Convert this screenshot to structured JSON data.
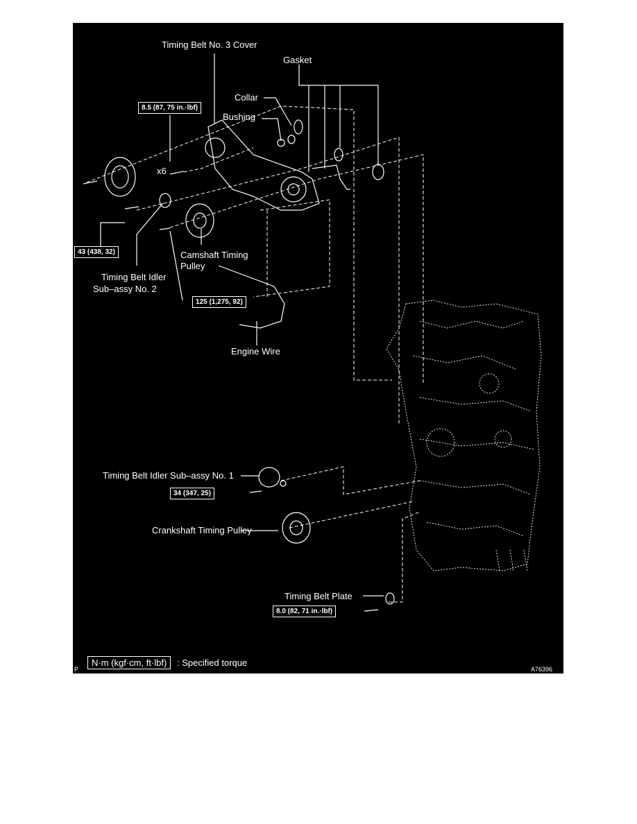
{
  "colors": {
    "background": "#000000",
    "ink": "#ffffff",
    "page": "#ffffff"
  },
  "labels": {
    "cover": "Timing Belt No. 3 Cover",
    "gasket": "Gasket",
    "collar": "Collar",
    "bushing": "Bushing",
    "x6": "x6",
    "camshaft_pulley_1": "Camshaft Timing",
    "camshaft_pulley_2": "Pulley",
    "idler2_1": "Timing Belt Idler",
    "idler2_2": "Sub–assy No. 2",
    "engine_wire": "Engine Wire",
    "idler1": "Timing Belt Idler Sub–assy No. 1",
    "crank_pulley": "Crankshaft Timing Pulley",
    "belt_plate": "Timing Belt Plate"
  },
  "torques": {
    "cover_bolt": "8.5 (87, 75 in.·lbf)",
    "idler2_bolt": "43 (438, 32)",
    "cam_bolt": "125 (1,275, 92)",
    "idler1_bolt": "34 (347, 25)",
    "plate_bolt": "8.0 (82, 71 in.·lbf)"
  },
  "legend": {
    "unit_box": "N·m (kgf·cm, ft·lbf)",
    "text": ": Specified torque"
  },
  "footer": {
    "left": "P",
    "right": "A76396"
  }
}
